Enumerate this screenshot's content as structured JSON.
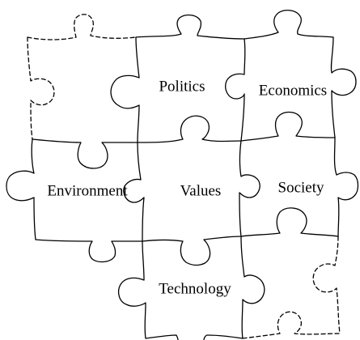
{
  "pieces": [
    {
      "id": "politics",
      "label": "Politics",
      "outline": "solid"
    },
    {
      "id": "economics",
      "label": "Economics",
      "outline": "solid"
    },
    {
      "id": "environment",
      "label": "Environment",
      "outline": "solid"
    },
    {
      "id": "values",
      "label": "Values",
      "outline": "solid"
    },
    {
      "id": "society",
      "label": "Society",
      "outline": "solid"
    },
    {
      "id": "technology",
      "label": "Technology",
      "outline": "solid"
    },
    {
      "id": "top-left",
      "label": "",
      "outline": "dashed"
    },
    {
      "id": "bottom-right",
      "label": "",
      "outline": "dashed"
    }
  ],
  "colors": {
    "line": "#000000",
    "background": "#ffffff"
  }
}
